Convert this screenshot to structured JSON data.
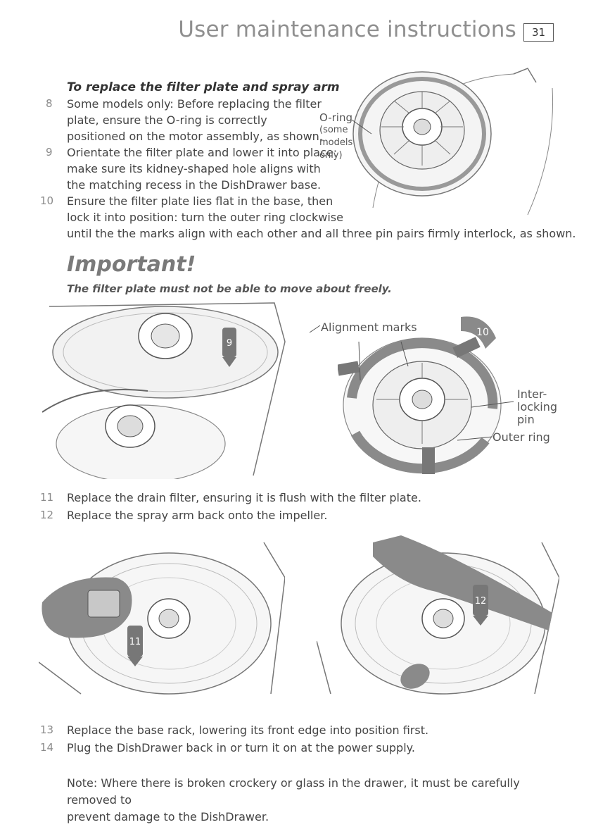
{
  "header": {
    "title": "User maintenance instructions",
    "page_number": "31"
  },
  "section": {
    "title": "To replace the filter plate and spray arm"
  },
  "steps_top": [
    {
      "num": "8",
      "lines": [
        "Some models only: Before replacing the filter",
        "plate, ensure the O-ring is correctly",
        "positioned on the motor assembly, as shown."
      ]
    },
    {
      "num": "9",
      "lines": [
        "Orientate the filter plate and lower it into place:",
        "make sure its kidney-shaped hole aligns with",
        "the matching recess in the DishDrawer base."
      ]
    },
    {
      "num": "10",
      "lines": [
        "Ensure the filter plate lies flat in the base, then",
        "lock it into position: turn the outer ring clockwise",
        "until the the marks align with each other and all three pin pairs firmly interlock, as shown."
      ]
    }
  ],
  "oring_label": [
    "O-ring",
    "(some",
    "models",
    "only)"
  ],
  "important": {
    "heading": "Important!",
    "text": "The filter plate must not be able to move about freely."
  },
  "figure_labels": {
    "alignment": "Alignment marks",
    "interlock": [
      "Inter-",
      "locking",
      "pin"
    ],
    "outer_ring": "Outer ring",
    "badge_9": "9",
    "badge_10": "10",
    "badge_11": "11",
    "badge_12": "12"
  },
  "steps_mid": [
    {
      "num": "11",
      "text": "Replace the drain filter, ensuring it is flush with the filter plate."
    },
    {
      "num": "12",
      "text": "Replace the spray arm back onto the impeller."
    }
  ],
  "steps_bottom": [
    {
      "num": "13",
      "text": "Replace the base rack, lowering its front edge into position first."
    },
    {
      "num": "14",
      "text": "Plug the DishDrawer back in or turn it on at the power supply."
    }
  ],
  "note": {
    "lines": [
      "Note: Where there is broken crockery or glass in the drawer, it must be carefully removed to",
      "prevent damage to the DishDrawer."
    ]
  }
}
